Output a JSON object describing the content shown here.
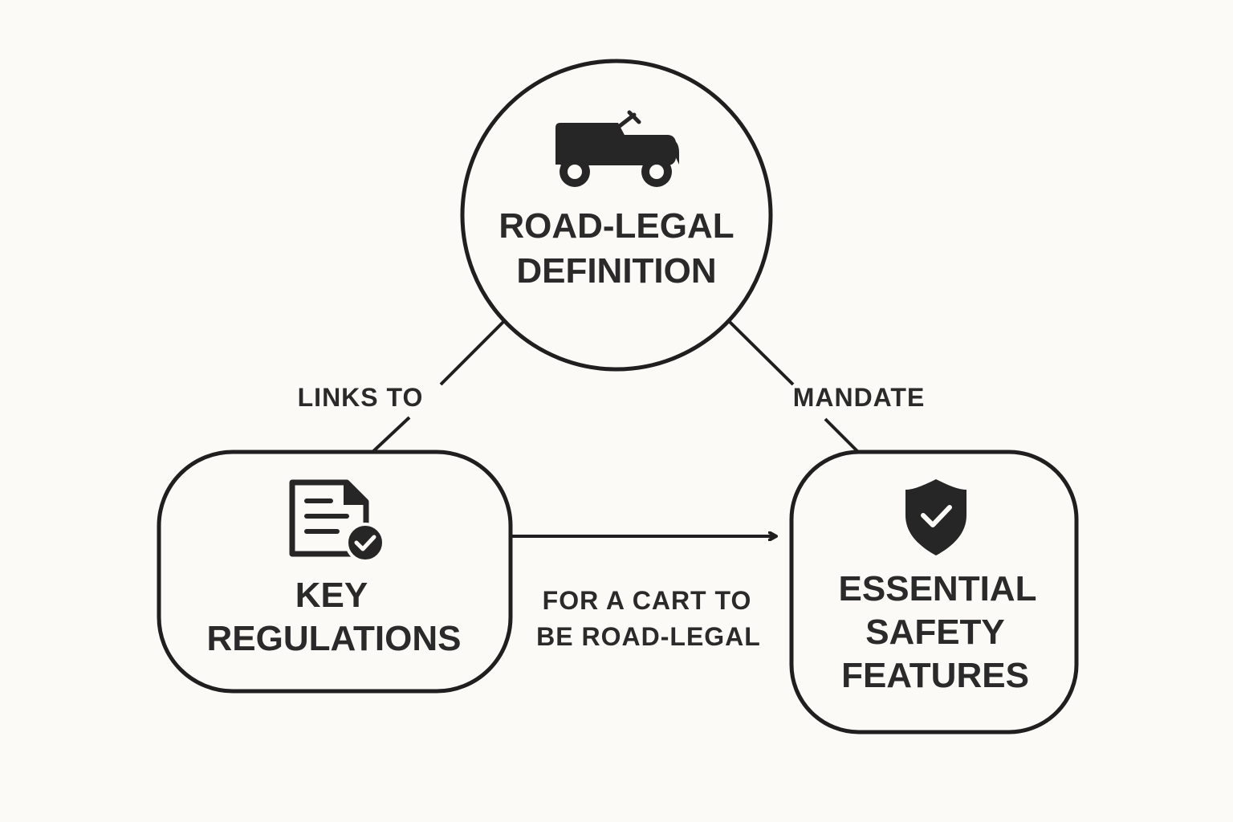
{
  "diagram": {
    "nodes": {
      "definition": {
        "lines": [
          "ROAD-LEGAL",
          "DEFINITION"
        ],
        "icon": "golf-cart-icon"
      },
      "regulations": {
        "lines": [
          "KEY",
          "REGULATIONS"
        ],
        "icon": "document-check-icon"
      },
      "safety": {
        "lines": [
          "ESSENTIAL",
          "SAFETY",
          "FEATURES"
        ],
        "icon": "shield-check-icon"
      }
    },
    "edges": {
      "links_to": {
        "lines": [
          "LINKS TO"
        ]
      },
      "mandate": {
        "lines": [
          "MANDATE"
        ]
      },
      "road_legal": {
        "lines": [
          "FOR A CART TO",
          "BE ROAD-LEGAL"
        ]
      }
    }
  },
  "colors": {
    "background": "#fcfaf6",
    "stroke": "#1f1f1f",
    "text": "#2a2a2a"
  }
}
